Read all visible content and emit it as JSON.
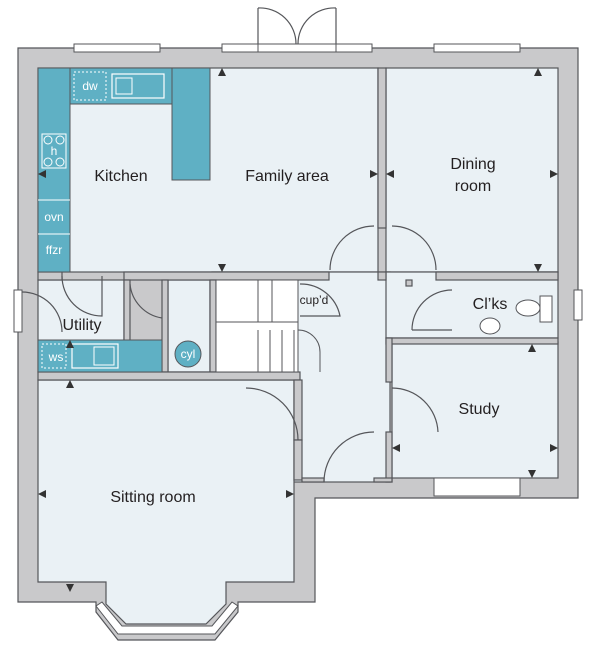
{
  "rooms": {
    "kitchen": "Kitchen",
    "family_area": "Family area",
    "dining_room_line1": "Dining",
    "dining_room_line2": "room",
    "utility": "Utility",
    "clks": "Cl’ks",
    "study": "Study",
    "sitting_room": "Sitting room",
    "cupd": "cup’d"
  },
  "appliances": {
    "dishwasher": "dw",
    "hob": "h",
    "oven": "ovn",
    "fridge_freezer": "ffzr",
    "washing_machine": "ws",
    "cylinder": "cyl"
  },
  "colors": {
    "wall": "#c9c9cb",
    "floor": "#eaf1f5",
    "units": "#5fb0c4",
    "line": "#55565a"
  }
}
